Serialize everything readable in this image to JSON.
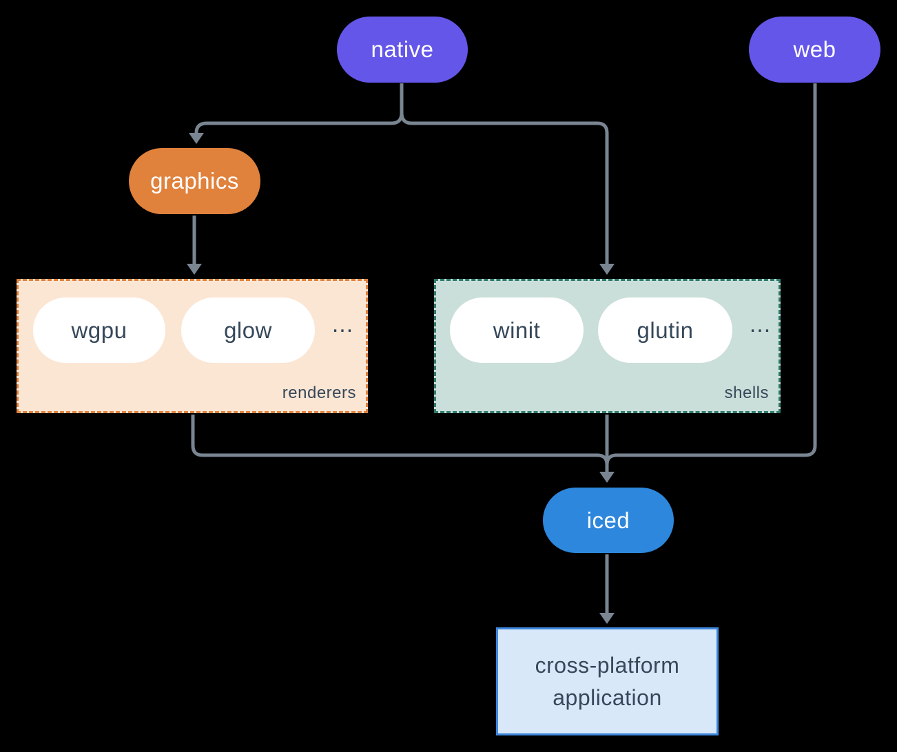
{
  "diagram": {
    "nodes": {
      "native": {
        "label": "native",
        "color": "#6456E8"
      },
      "web": {
        "label": "web",
        "color": "#6456E8"
      },
      "graphics": {
        "label": "graphics",
        "color": "#E0813C"
      },
      "iced": {
        "label": "iced",
        "color": "#2D87DC"
      },
      "app": {
        "line1": "cross-platform",
        "line2": "application",
        "bg": "#D8E8F8",
        "border": "#3D87DC"
      }
    },
    "groups": {
      "renderers": {
        "label": "renderers",
        "items": [
          "wgpu",
          "glow"
        ],
        "ellipsis": "...",
        "bg": "#FBE6D4",
        "border": "#E0813C"
      },
      "shells": {
        "label": "shells",
        "items": [
          "winit",
          "glutin"
        ],
        "ellipsis": "...",
        "bg": "#CBDFDA",
        "border": "#2D7A6B"
      }
    },
    "colors": {
      "edge": "#7A8592",
      "text_dark": "#36485A",
      "background": "#000000",
      "item_pill_bg": "#FFFFFF"
    }
  }
}
